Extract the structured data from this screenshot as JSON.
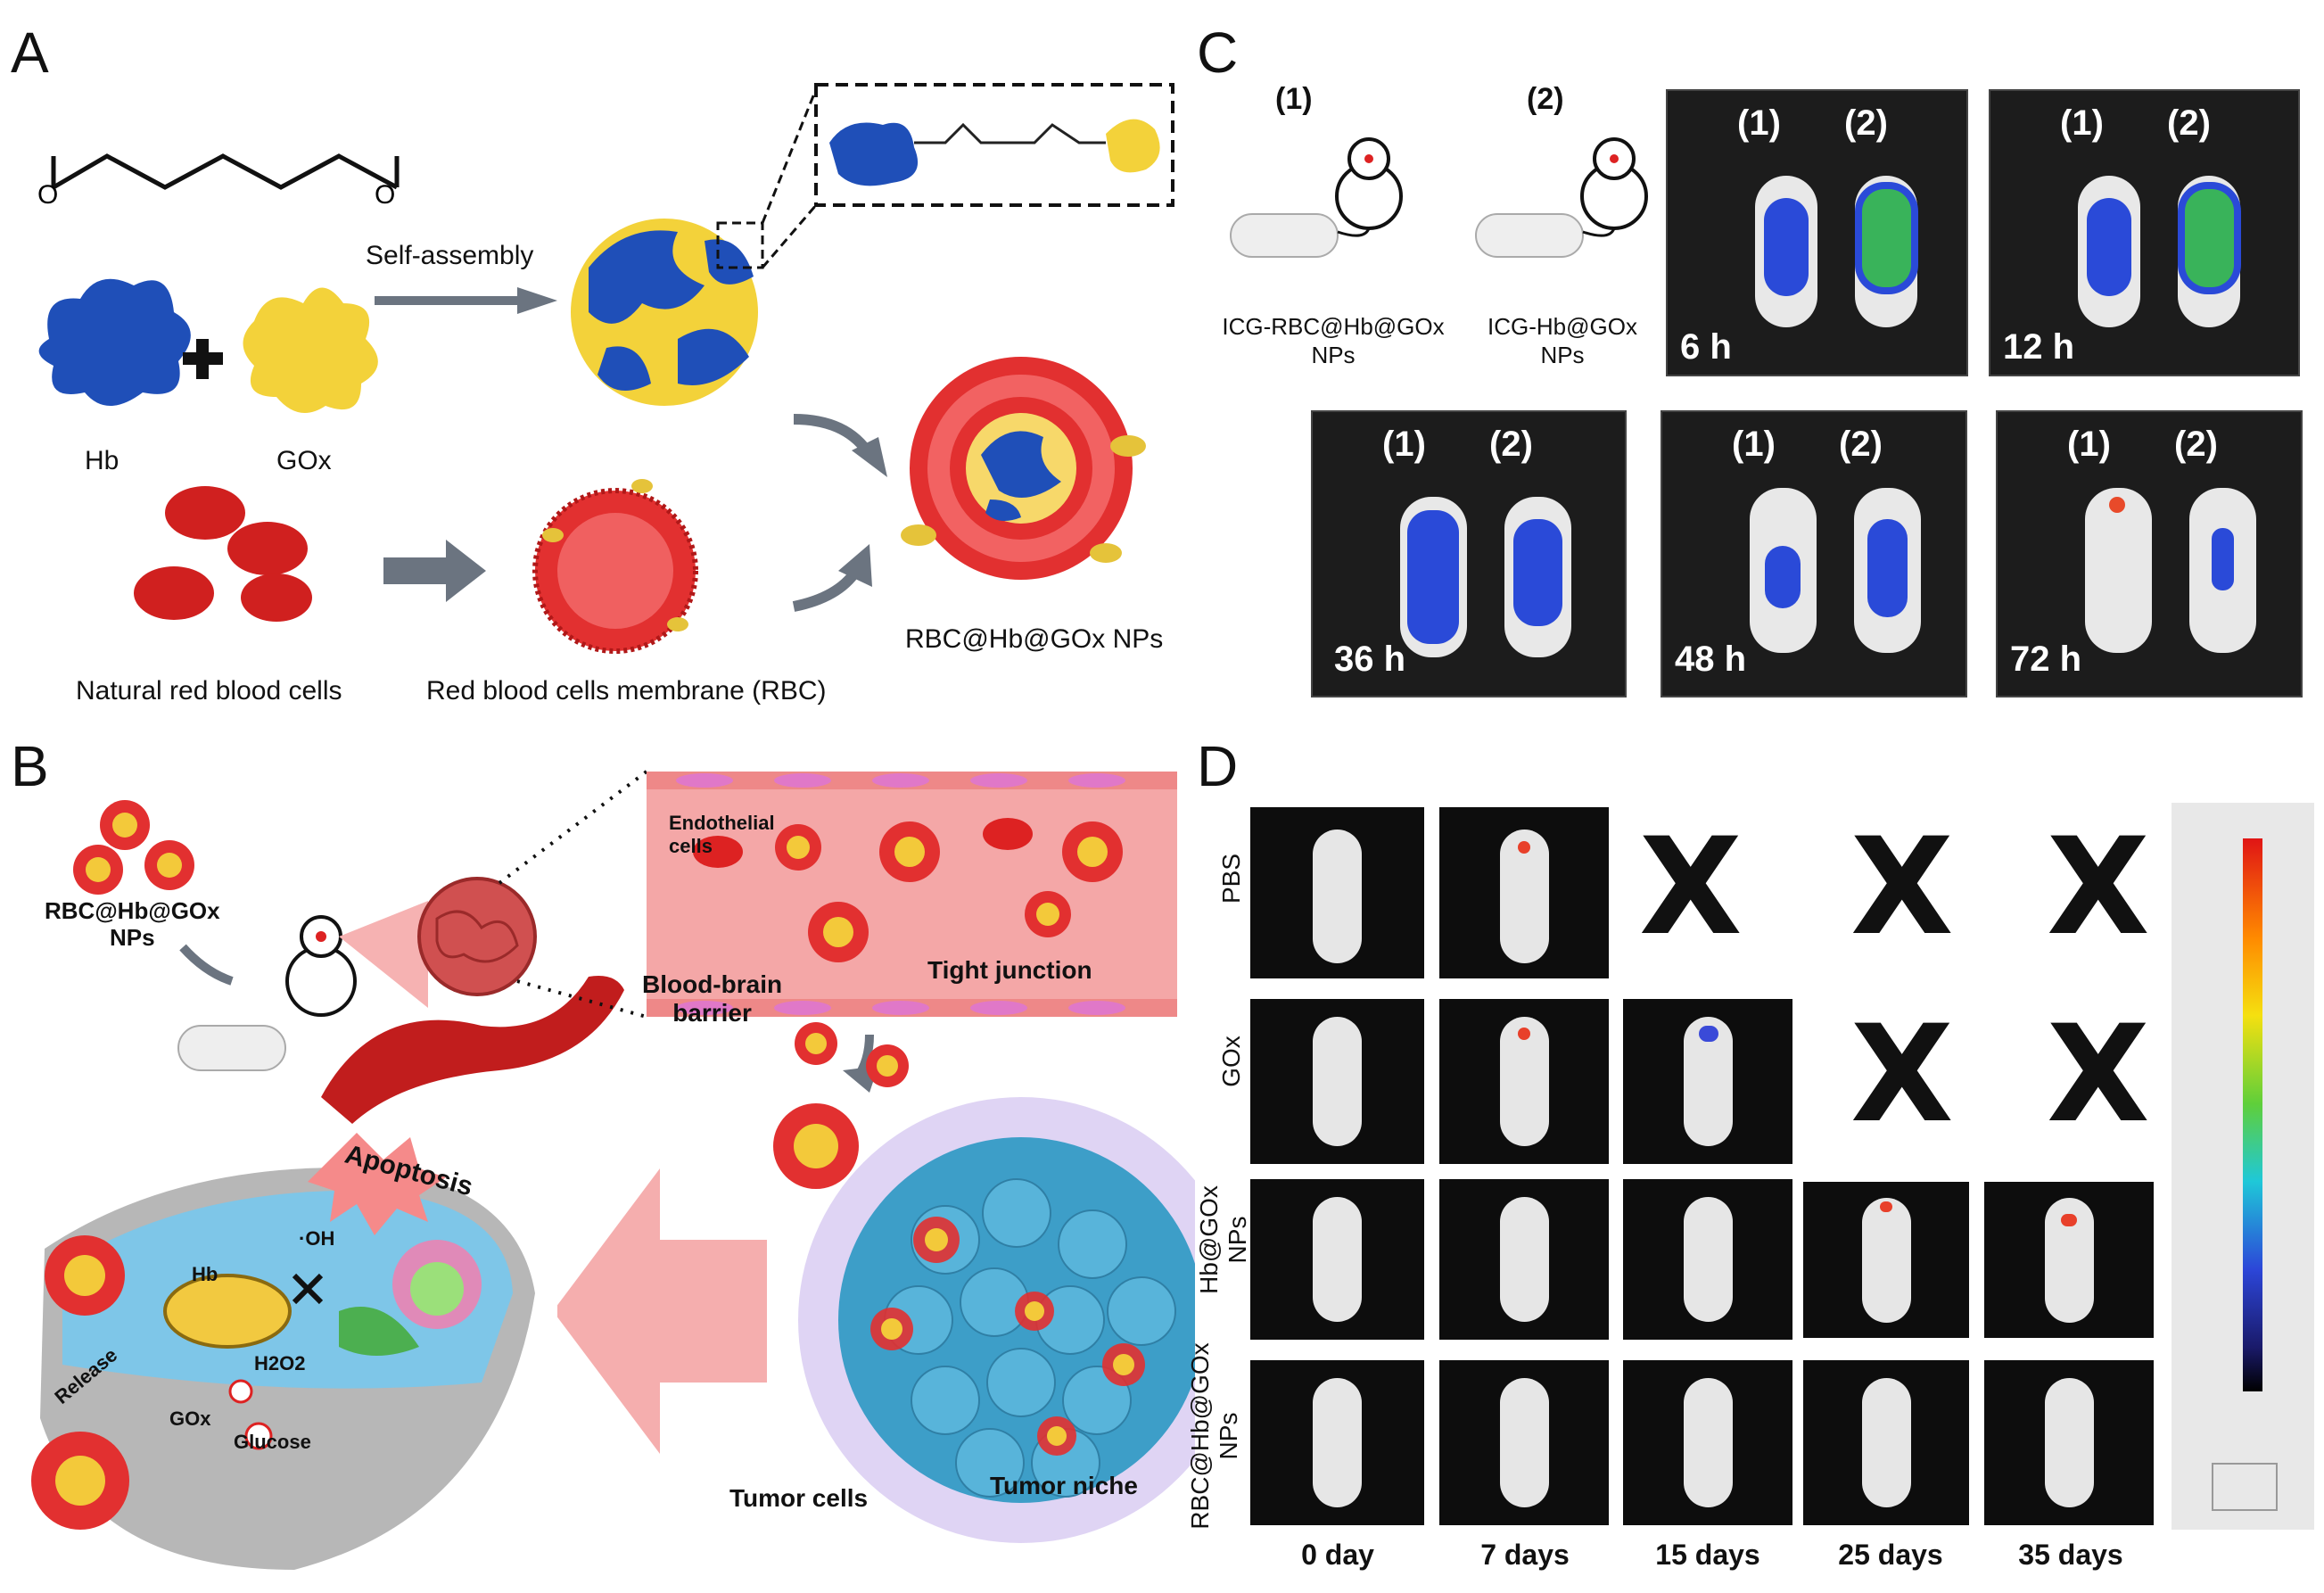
{
  "panel_letters": {
    "a": "A",
    "b": "B",
    "c": "C",
    "d": "D"
  },
  "panel_a": {
    "self_assembly": "Self-assembly",
    "hb": "Hb",
    "gox": "GOx",
    "natural_rbc": "Natural red blood cells",
    "rbc_membrane": "Red blood cells membrane (RBC)",
    "product": "RBC@Hb@GOx NPs"
  },
  "panel_b": {
    "np_label": "RBC@Hb@GOx\nNPs",
    "endothelial": "Endothelial\ncells",
    "tight_junction": "Tight junction",
    "bbb": "Blood-brain\nbarrier",
    "apoptosis": "Apoptosis",
    "oh": "·OH",
    "hb": "Hb",
    "h2o2": "H2O2",
    "release": "Release",
    "gox": "GOx",
    "glucose": "Glucose",
    "tumor_cells": "Tumor cells",
    "tumor_niche": "Tumor niche"
  },
  "panel_c": {
    "group1_num": "(1)",
    "group2_num": "(2)",
    "group1_name": "ICG-RBC@Hb@GOx\nNPs",
    "group2_name": "ICG-Hb@GOx\nNPs",
    "mouse1": "(1)",
    "mouse2": "(2)",
    "timepoints": [
      "6 h",
      "12 h",
      "36 h",
      "48 h",
      "72 h"
    ]
  },
  "panel_d": {
    "rows": [
      "PBS",
      "GOx",
      "Hb@GOx\nNPs",
      "RBC@Hb@GOx\nNPs"
    ],
    "days": [
      "0 day",
      "7 days",
      "15 days",
      "25 days",
      "35 days"
    ],
    "dead_mark": "X"
  },
  "colors": {
    "hb": "#1f4fb8",
    "gox": "#f3d23a",
    "rbc": "#d62828",
    "arrow": "#6b7480"
  }
}
